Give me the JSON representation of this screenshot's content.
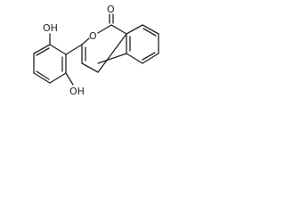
{
  "molecule": {
    "atoms": {
      "carbonyl_oxygen": "O",
      "ring_oxygen": "O",
      "hydroxyl_top": "OH",
      "hydroxyl_bottom": "OH"
    },
    "colors": {
      "bond": "#222222",
      "label": "#222222",
      "background": "#ffffff"
    }
  }
}
